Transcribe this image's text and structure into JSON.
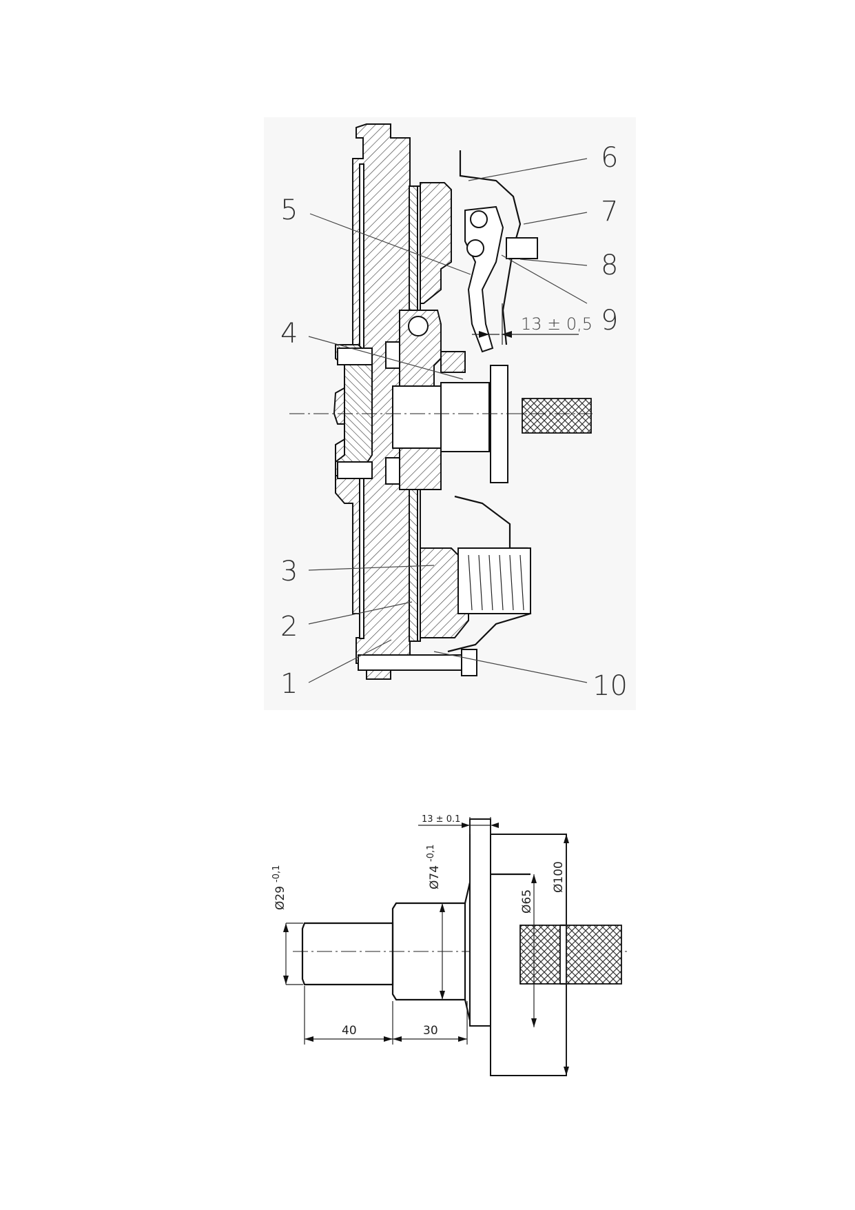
{
  "assembly": {
    "part_labels": [
      "1",
      "2",
      "3",
      "4",
      "5",
      "6",
      "7",
      "8",
      "9",
      "10"
    ],
    "dimension_gap": "13 ± 0,5"
  },
  "tool": {
    "dim_flange_offset": "13 ± 0.1",
    "dim_pilot_diameter": "Ø29",
    "dim_pilot_tolerance": "-0,1",
    "dim_body_diameter": "Ø74",
    "dim_body_tolerance": "-0,1",
    "dim_hub_diameter": "Ø65",
    "dim_flange_diameter": "Ø100",
    "dim_pilot_length": "40",
    "dim_body_length": "30"
  }
}
